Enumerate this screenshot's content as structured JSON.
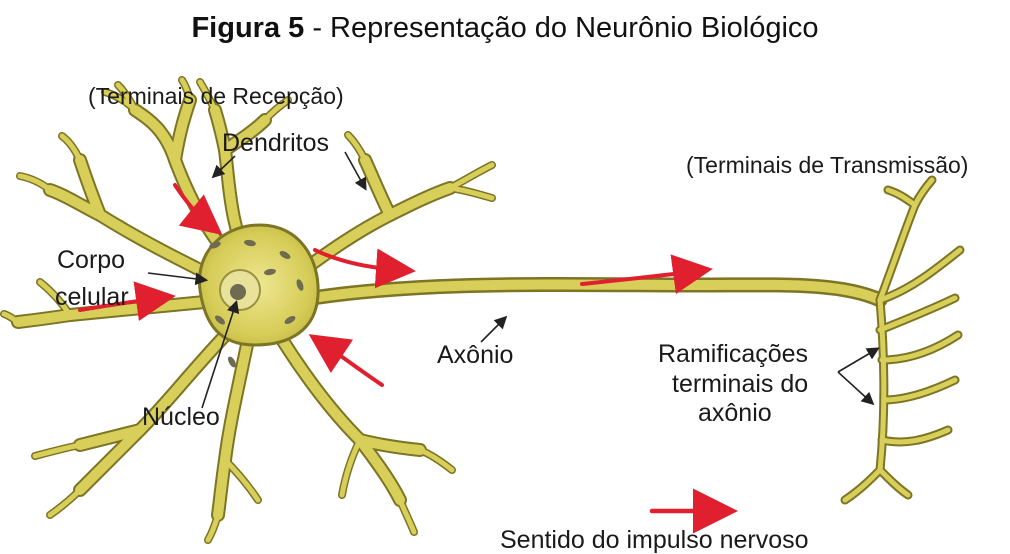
{
  "figure": {
    "number": "Figura 5",
    "separator": " - ",
    "title": "Representação do Neurônio Biológico"
  },
  "labels": {
    "receiving_terminals": "(Terminais de Recepção)",
    "transmitting_terminals": "(Terminais de Transmissão)",
    "dendrites": "Dendritos",
    "cell_body_line1": "Corpo",
    "cell_body_line2": "celular",
    "nucleus": "Núcleo",
    "axon": "Axônio",
    "terminal_branches_line1": "Ramificações",
    "terminal_branches_line2": "terminais do",
    "terminal_branches_line3": "axônio",
    "impulse_direction": "Sentido do impulso nervoso"
  },
  "colors": {
    "neuron_fill": "#d7cf5a",
    "neuron_outline": "#7d7424",
    "arrow": "#e0202e",
    "pointer": "#222222"
  }
}
